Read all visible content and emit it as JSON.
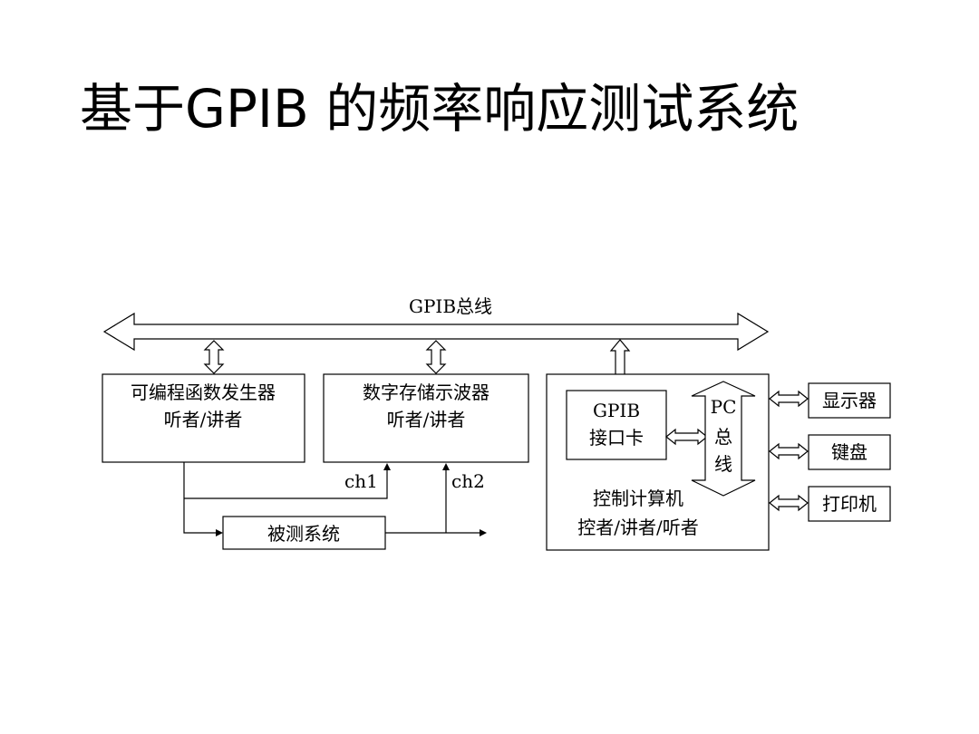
{
  "title": "基于GPIB 的频率响应测试系统",
  "bus_label": "GPIB总线",
  "generator": {
    "line1": "可编程函数发生器",
    "line2": "听者/讲者"
  },
  "oscilloscope": {
    "line1": "数字存储示波器",
    "line2": "听者/讲者"
  },
  "dut": {
    "label": "被测系统"
  },
  "channels": {
    "ch1": "ch1",
    "ch2": "ch2"
  },
  "gpib_card": {
    "line1": "GPIB",
    "line2": "接口卡"
  },
  "pc_bus": {
    "line1": "PC",
    "line2": "总",
    "line3": "线"
  },
  "computer": {
    "line1": "控制计算机",
    "line2": "控者/讲者/听者"
  },
  "peripherals": {
    "display": "显示器",
    "keyboard": "键盘",
    "printer": "打印机"
  }
}
